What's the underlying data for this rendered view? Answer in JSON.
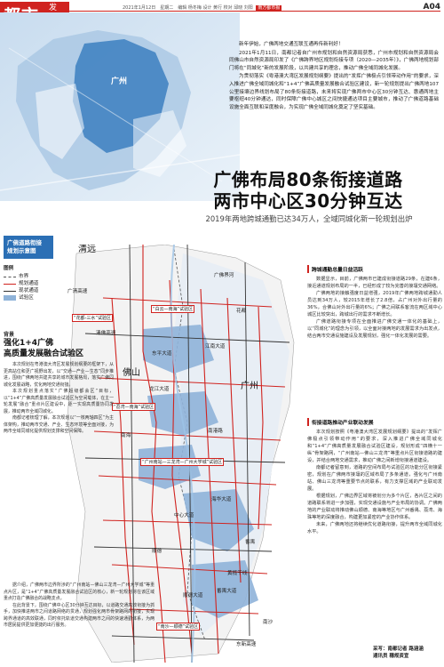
{
  "header": {
    "logo_big": "都市",
    "logo_small": "发布",
    "meta": "2021年1月12日　星期二　编辑 杨冬梅 设计 黄行 校对 邱晓 刘阳",
    "meta_tag": "南方都市报",
    "page_no": "A04"
  },
  "top_map": {
    "region_label": "广州"
  },
  "intro": {
    "paragraphs": [
      "新年伊始，广佛两地交通互联互通再传新利好！",
      "2021年1月11日，南都记者自广州市规划和自然资源局获悉，广州市规划和自然资源局会同佛山市自然资源局印发了《广佛跨界地区规划衔接专项（2020—2035年）》，广佛两地规划部门将在“同城化”新的发展阶段，以共建共享的理念，推动广佛全域同城化发展。",
      "为贯彻落实《粤港澳大湾区发展规划纲要》提出的“发挥广佛极点引领带动作用”的要求，深入推进广佛全域同城化和“1+4”广佛高质量发展融合试验区建设，新一轮规划提出广佛两地107公里接壤边界线划布局了80条衔接道路，未来将实现广佛两市中心区30分钟互达、惠通两地主要枢纽40分钟通达，同时保障广佛中心城区之间快捷通达项目主要城市，推动了广佛道路基础设施全面互联和深度融合，为实现广佛全域同城化奠定了坚实基础。"
    ]
  },
  "headline": {
    "line1": "广佛布局80条衔接道路",
    "line2": "两市中心区30分钟互达",
    "subhead": "2019年两地跨城通勤已达34万人，全域同城化新一轮规划出炉"
  },
  "map_badge": {
    "line1": "广佛道路衔接",
    "line2": "规划示意图"
  },
  "legend": {
    "title": "图例",
    "items": [
      {
        "label": "市界",
        "color": "#555555",
        "style": "dashed"
      },
      {
        "label": "规划通道",
        "color": "#d0231f",
        "style": "solid"
      },
      {
        "label": "现状通道",
        "color": "#333333",
        "style": "solid"
      },
      {
        "label": "试验区",
        "color": "#8fb3d9",
        "style": "fill"
      }
    ]
  },
  "left_article": {
    "section_label": "背景",
    "title_line1": "强化1+4广佛",
    "title_line2": "高质量发展融合试验区",
    "paragraphs": [
      "本次规划在粤港澳大湾区发展规划纲要的框架下，从更高站位和更广视野出发，以“交通—产业—生态”同步推进，围绕广佛两地共建共享的城市发展格局，落实广佛同城化发展战略，优化两地交通衔接。",
      "本次规划重点落实“广佛超级都会区”目标，以“1+4”广佛高质量发展融合试验区为空间载体，在主一轮发展“融合”重点片区建设中，逐一实现高质量协同发展，推动两市全域同城化。",
      "南都记者梳理了解，本次规划以“一核两轴四区”为主体架构，推动两市交通、产业、生态环境等全面对接，为两市全域同城化提供规划支撑和空间保障。"
    ]
  },
  "bottom_body": {
    "paragraphs": [
      "据介绍，广佛两市边界所涉的“广州南站—佛山三龙湾—广州大学城”等重点片区，是“1+4”广佛高质量发展融合试验区的核心，新一轮规划将在该区域重点打造广佛融合的战略支点。",
      "在此背景下，围绕广佛中心区30分钟互达目标，以道路交通高效衔接为抓手，加快推进两市之间道路网络的贯通，规划强化两市骨架路网的衔接，实现跨界通道的高效联通，同时依托轨道交通构建两市之间的快速通勤体系，为两市居民提供更加便捷的出行服务。"
    ]
  },
  "right_sec1": {
    "title": "跨城通勤总量日益活跃",
    "paragraphs": [
      "数据显示，目前，广佛两市已建成衔接道路29条，在建6条，接近通道规划布局的一半，已经形成了较为完善的接壤交通网络。",
      "广佛两地的接触强度日益增强，2019年广佛两地跨城通勤人员达到34万人，较2015年增长了2.8倍，占广州对外出行量的36%，合佛山对外出行量的6%；广佛之间联系客流在两区域中心城区比较突出，跨城出行的需求不断增长。",
      "广佛道路衔接专项在全面推进广佛交通一体化的基础上，以“同城化”的理念为引领，以全面对接两地的发展需求为出发点，结合两市交通设施建设及发展规划，强化一体化发展的需要。"
    ]
  },
  "right_sec2": {
    "title": "衔接道路推动产业联动发展",
    "paragraphs": [
      "本次规划按照《粤港澳大湾区发展规划纲要》提出的“发挥广佛极点引领带动作用”的要求，深入推进广佛全域同城化和“1+4”广佛高质量发展融合试验区建设，规划形成“四横十一纵”骨架路网，“广州南站—佛山三龙湾”等重点片区衔接道路的建设，并结合两地交通需求，推动广佛之间新增衔接通道建设。",
      "南都记者留意到，道路的空间布局与试验区的功能分区衔接紧密，规划在广佛两市接壤的区域布局了多条通道，强化与广州南站、佛山三龙湾等重要节点的联系，有力支撑区域的产业联动发展。",
      "根据规划，广佛边界区域将被划分为多个片区，各片区之间的道路联系将进一步加强，实现交通设施与产业布局的协调。广佛两地的产业联动将推动佛山顺德、南海等地区与广州番禺、荔湾、海珠等地的深度融合，构建更加紧密的产业协作体系。",
      "未来，广佛两地还将继续优化道路衔接，提升两市全域同城化水平。"
    ]
  },
  "credit": {
    "line1": "采写：南都记者 路涵涵",
    "line2": "通讯员 穗规资宣"
  },
  "map_labels": {
    "qingyuan": "清远",
    "guangzhou": "广州",
    "foshan": "佛山",
    "road_left": "广清高速",
    "spot_huadu": "“花都-三水”试验区",
    "spot_baiyun": "“白云—南海”试验区",
    "spot_liwan": "“荔湾—南海”试验区",
    "spot_sanlong": "“广州南站—三龙湾—广州大学城”试验区",
    "spot_nansha": "“南沙—顺德”试验区",
    "road_gz_river": "广佛界河",
    "road_dongping": "东平大道",
    "road_longjiang": "龙江大道",
    "road_nangang": "南港路",
    "road_haihua": "海华大道",
    "road_panyu": "番禺大道",
    "road_shunde": "顺德大道",
    "road_jiangnan": "江南大道",
    "road_huangpu": "黄榄干线",
    "road_dongxin": "东新高速",
    "road_zhongxin": "中心大道",
    "road_qingsha": "清佛高速",
    "city_nanhai": "南海",
    "city_shunde": "顺德",
    "city_panyu": "番禺",
    "city_huadu": "花都",
    "city_nansha": "南沙"
  },
  "colors": {
    "accent": "#d0231f",
    "badge": "#2b6fb5",
    "map_fill": "#d9e8f4",
    "zone_fill": "#8fb3d9"
  }
}
